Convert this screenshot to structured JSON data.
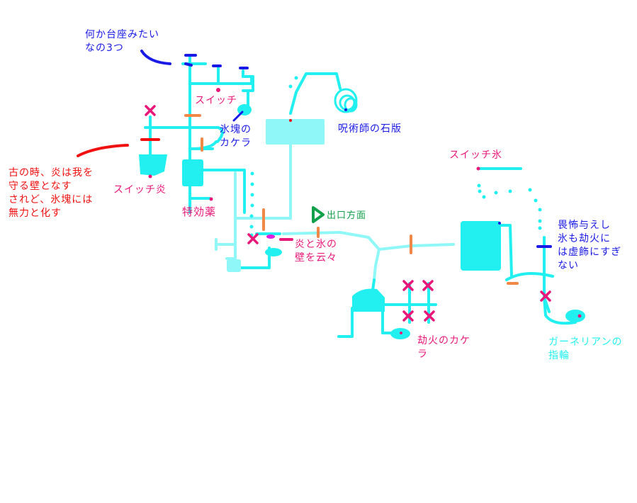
{
  "colors": {
    "background": "#ffffff",
    "path": "#22f0f0",
    "path_light": "#8ff7f7",
    "room_light": "#8ff7f7",
    "door": "#f08848",
    "switch_mark": "#e8177a",
    "blue_mark": "#1a1ae6",
    "red_mark": "#f01010",
    "exit": "#12a04a",
    "magenta": "#e01ce0"
  },
  "labels": {
    "pedestals": "何か台座みたい\nなの3つ",
    "ancient_inscription": "古の時、炎は我を\n守る壁となす\nされど、氷塊には\n無力と化す",
    "switch_top": "スイッチ",
    "ice_shard": "氷塊の\nカケラ",
    "sorcerer_tablet": "呪術師の石版",
    "switch_fire": "スイッチ炎",
    "elixir": "特効薬",
    "exit_direction": "出口方面",
    "fire_ice_wall": "炎と氷の\n壁を云々",
    "switch_ice": "スイッチ氷",
    "fear_inscription": "畏怖与えし\n氷も劫火に\nは虚飾にすぎ\nない",
    "hellfire_shard": "劫火のカケ\nラ",
    "carnelian_ring": "ガーネリアンの\n指輪"
  },
  "icons": {
    "exit_arrow": "triangle-right-icon",
    "blocked": "x-mark-icon",
    "door": "door-bar-icon"
  }
}
